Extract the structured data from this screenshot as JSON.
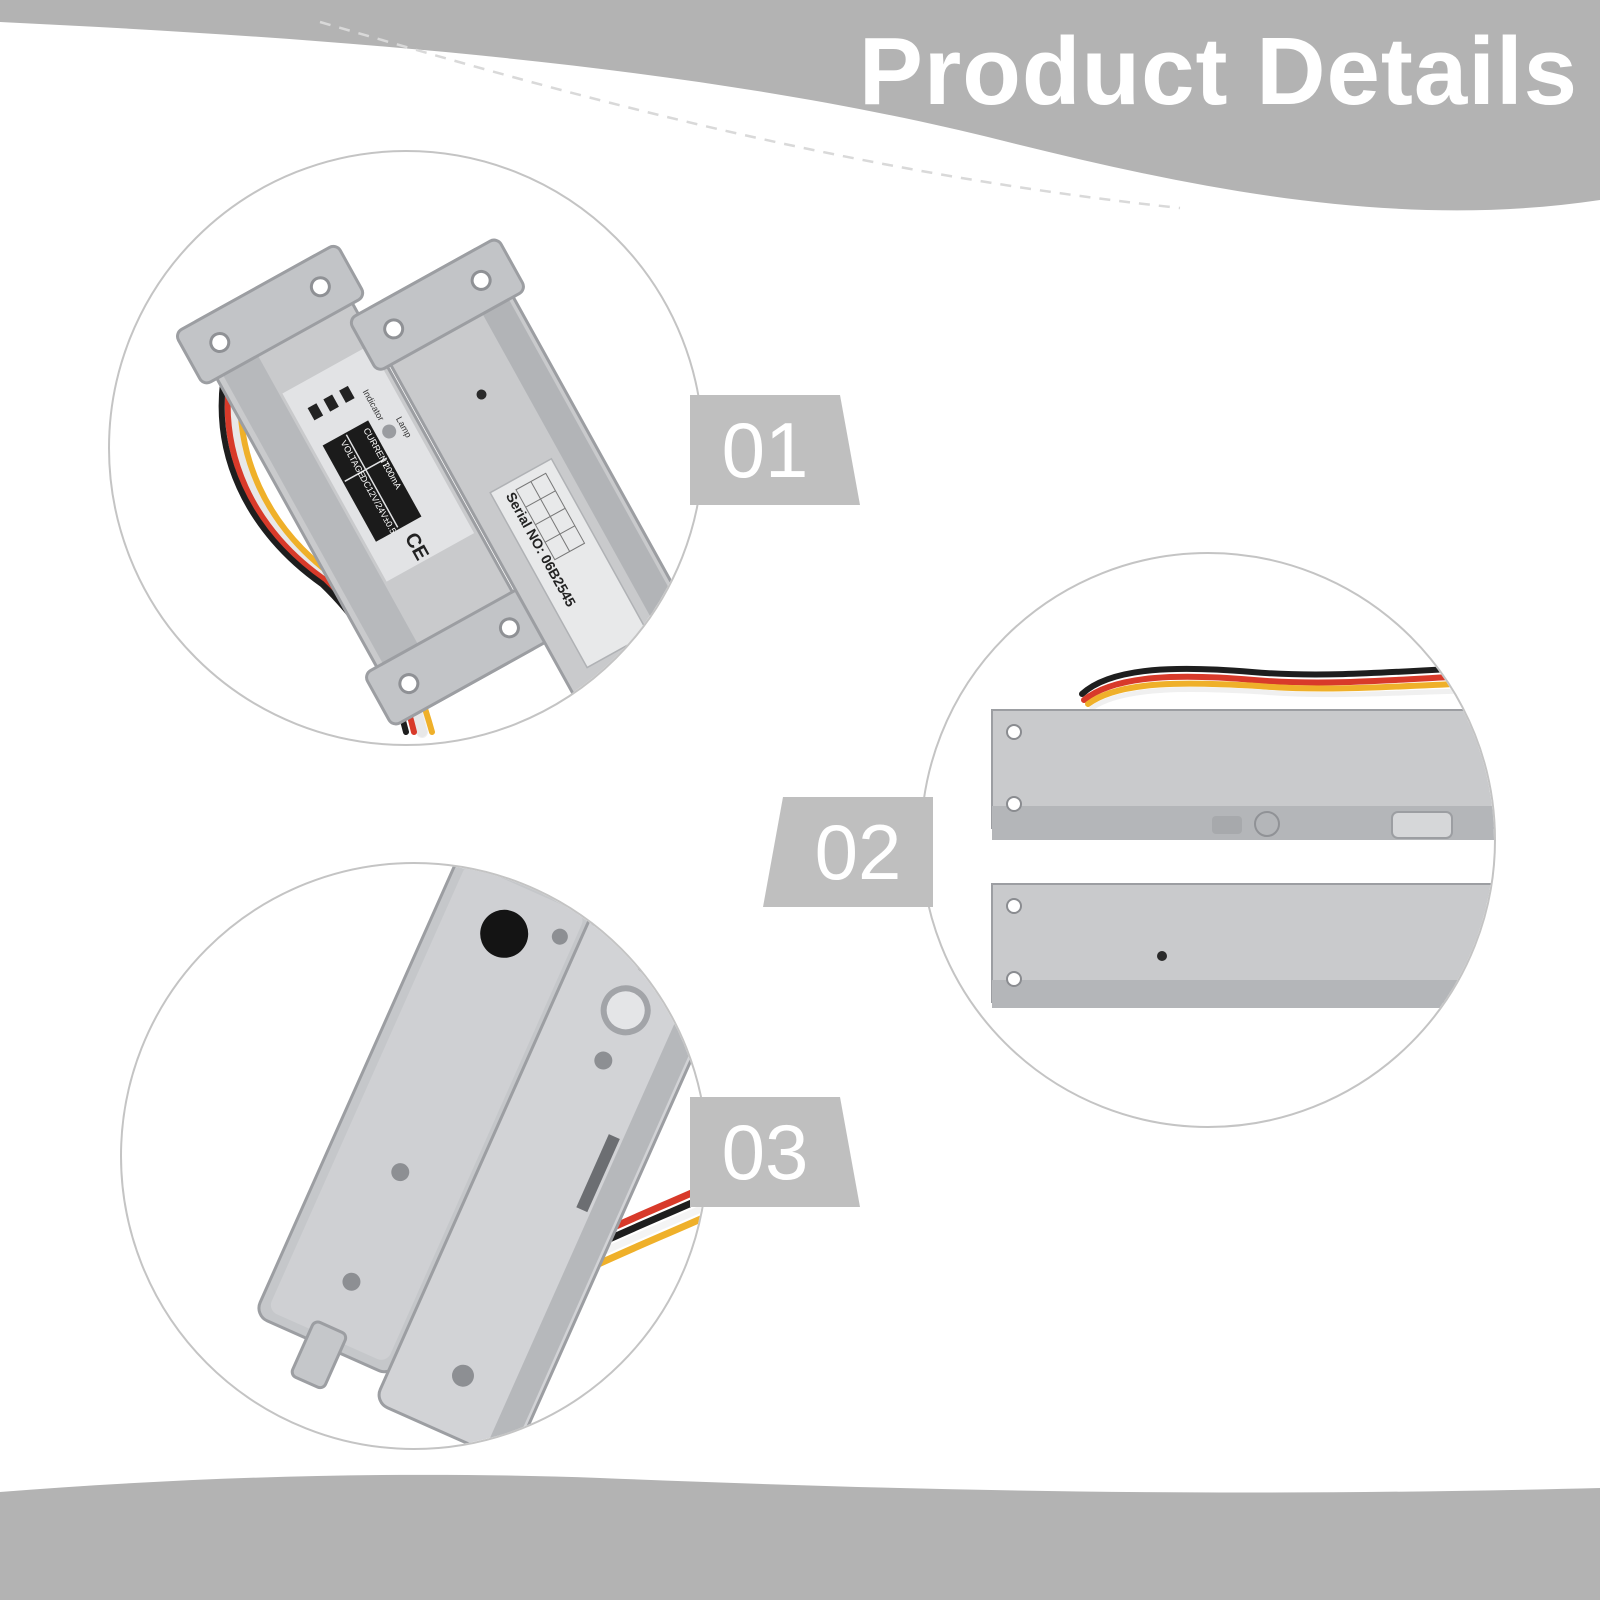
{
  "header": {
    "title": "Product Details"
  },
  "details": [
    {
      "number": "01",
      "lock_label": {
        "indicator": "Indicator",
        "lamp": "Lamp",
        "voltage_label": "VOLTAGE",
        "voltage_value": "DC12V/24V±0.5",
        "current_label": "CURRENT",
        "current_value": "200mA",
        "ce_mark": "CE",
        "serial": "Serial NO: 06B2545"
      }
    },
    {
      "number": "02"
    },
    {
      "number": "03"
    }
  ],
  "colors": {
    "banner": "#b3b3b3",
    "tag": "#bfbfbf",
    "circle_border": "#c4c4c4",
    "metal": "#c9cacc",
    "metal_dark": "#9c9ea2",
    "wire_red": "#d83a2a",
    "wire_yellow": "#efb02a",
    "wire_black": "#1e1e1e",
    "wire_white": "#f5f5f5"
  }
}
